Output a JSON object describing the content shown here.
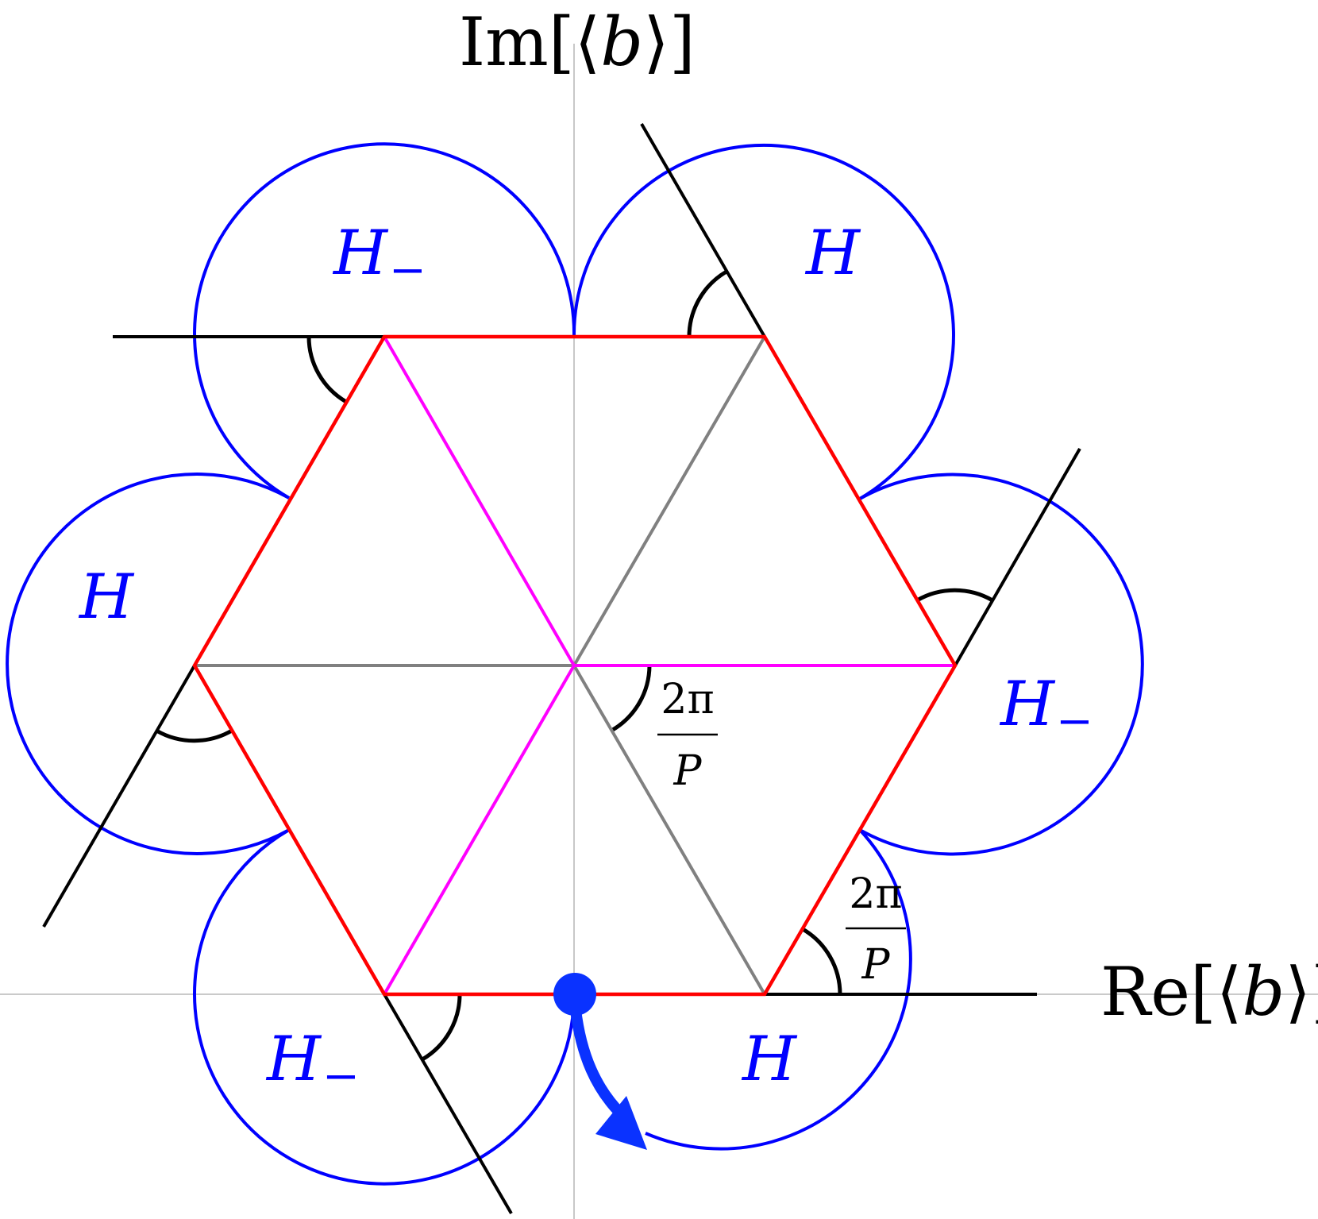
{
  "axes": {
    "x_label": {
      "prefix": "Re[⟨",
      "var": "b",
      "suffix": "⟩]"
    },
    "y_label": {
      "prefix": "Im[⟨",
      "var": "b",
      "suffix": "⟩]"
    }
  },
  "angle_label": {
    "numerator": "2π",
    "denominator": "P"
  },
  "region_labels": {
    "h": "H",
    "h_minus": {
      "base": "H",
      "sub": "−"
    }
  },
  "colors": {
    "circles": "#0000ff",
    "hexagon": "#ff0000",
    "inner_triangle": "#ff00ff",
    "spokes": "#808080",
    "tangent_lines": "#000000",
    "axes": "#aaaaaa",
    "marker": "#0a32ff"
  }
}
